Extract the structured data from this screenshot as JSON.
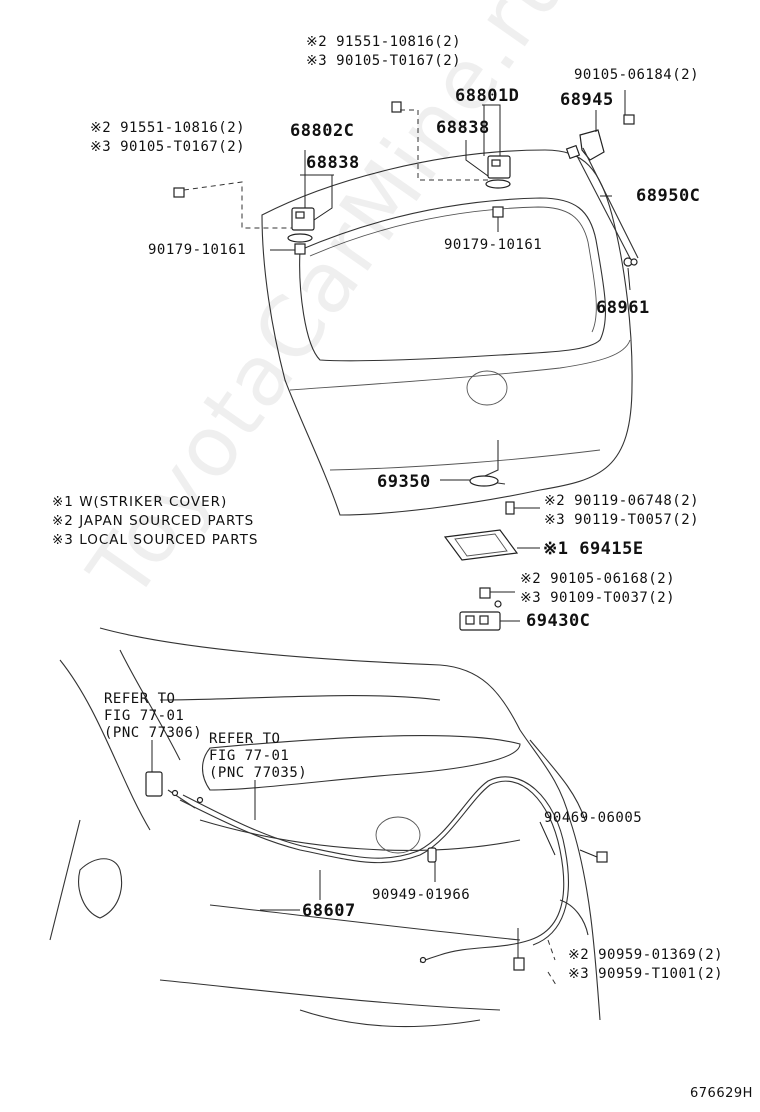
{
  "watermark": "ToyotaCarMine.ru",
  "diagram_id": "676629H",
  "notes": [
    "※1 W(STRIKER COVER)",
    "※2 JAPAN SOURCED PARTS",
    "※3 LOCAL SOURCED PARTS"
  ],
  "labels": {
    "top_bolt_2": "※2 91551-10816(2)",
    "top_bolt_3": "※3 90105-T0167(2)",
    "left_bolt_2": "※2 91551-10816(2)",
    "left_bolt_3": "※3 90105-T0167(2)",
    "hinge_right": "68801D",
    "hinge_right_sub": "68838",
    "hinge_left": "68802C",
    "hinge_left_sub": "68838",
    "stay_bolt": "90105-06184(2)",
    "stay_bracket": "68945",
    "stay": "68950C",
    "stay_ball": "68961",
    "nut_left": "90179-10161",
    "nut_right": "90179-10161",
    "striker": "69350",
    "striker_bolt_2": "※2 90119-06748(2)",
    "striker_bolt_3": "※3 90119-T0057(2)",
    "striker_cover": "※1 69415E",
    "lock_bolt_2": "※2 90105-06168(2)",
    "lock_bolt_3": "※3 90109-T0037(2)",
    "lock": "69430C",
    "refer_a_1": "REFER TO",
    "refer_a_2": "FIG 77-01",
    "refer_a_3": "(PNC 77306)",
    "refer_b_1": "REFER TO",
    "refer_b_2": "FIG 77-01",
    "refer_b_3": "(PNC 77035)",
    "clip": "90469-06005",
    "cable_clamp": "90949-01966",
    "cable": "68607",
    "cable_bolt_2": "※2 90959-01369(2)",
    "cable_bolt_3": "※3 90959-T1001(2)"
  }
}
